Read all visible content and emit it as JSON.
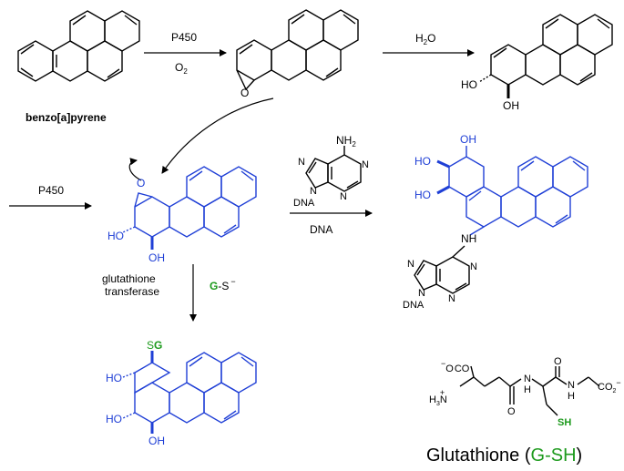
{
  "labels": {
    "benzopyrene": "benzo[a]pyrene",
    "p450_top": "P450",
    "o2": "O",
    "o2_sub": "2",
    "h2o_h": "H",
    "h2o_sub": "2",
    "h2o_o": "O",
    "p450_left": "P450",
    "dna_arrow": "DNA",
    "glut_1": "glutathione",
    "glut_2": "transferase",
    "gs_g": "G",
    "gs_rest": "-S",
    "gs_charge": "−",
    "title_main": "Glutathione (",
    "title_green": "G-SH",
    "title_end": ")"
  },
  "atoms": {
    "ho": "HO",
    "oh": "OH",
    "o": "O",
    "nh2": "NH",
    "nh2_sub": "2",
    "n": "N",
    "nh": "NH",
    "dna": "DNA",
    "sg_s": "S",
    "sg_g": "G",
    "co2": "CO",
    "co2_sub": "2",
    "o_minus": "−",
    "h3n": "H",
    "h3n_sub": "3",
    "h3n_n": "N",
    "plus": "+",
    "h": "H",
    "sh": "SH"
  },
  "colors": {
    "blue": "#1f3fd6",
    "green": "#1d9a1d",
    "black": "#000000"
  }
}
